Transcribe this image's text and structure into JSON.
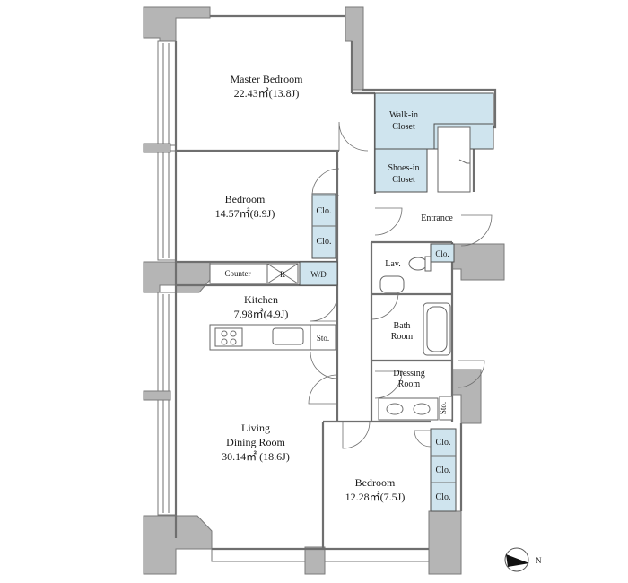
{
  "rooms": {
    "master_bedroom": {
      "name": "Master Bedroom",
      "area": "22.43㎡(13.8J)"
    },
    "walk_in_closet": {
      "line1": "Walk-in",
      "line2": "Closet"
    },
    "shoes_in_closet": {
      "line1": "Shoes-in",
      "line2": "Closet"
    },
    "bedroom_1": {
      "name": "Bedroom",
      "area": "14.57㎡(8.9J)"
    },
    "entrance": {
      "name": "Entrance"
    },
    "kitchen": {
      "name": "Kitchen",
      "area": "7.98㎡(4.9J)"
    },
    "lavatory": {
      "name": "Lav."
    },
    "bath_room": {
      "line1": "Bath",
      "line2": "Room"
    },
    "dressing_room": {
      "line1": "Dressing",
      "line2": "Room"
    },
    "living_dining": {
      "line1": "Living",
      "line2": "Dining Room",
      "area": "30.14㎡ (18.6J)"
    },
    "bedroom_2": {
      "name": "Bedroom",
      "area": "12.28㎡(7.5J)"
    }
  },
  "storage": {
    "clo_bedroom1_a": "Clo.",
    "clo_bedroom1_b": "Clo.",
    "clo_entrance": "Clo.",
    "clo_bedroom2_a": "Clo.",
    "clo_bedroom2_b": "Clo.",
    "clo_bedroom2_c": "Clo.",
    "sto_kitchen": "Sto.",
    "sto_dressing": "Sto."
  },
  "fixtures": {
    "counter": "Counter",
    "refrigerator": "R",
    "washer_dryer": "W/D"
  },
  "compass": {
    "label": "N",
    "icon": "north-arrow-icon"
  },
  "colors": {
    "closet_fill": "#cfe4ee",
    "wall_fill": "#b5b5b5"
  }
}
